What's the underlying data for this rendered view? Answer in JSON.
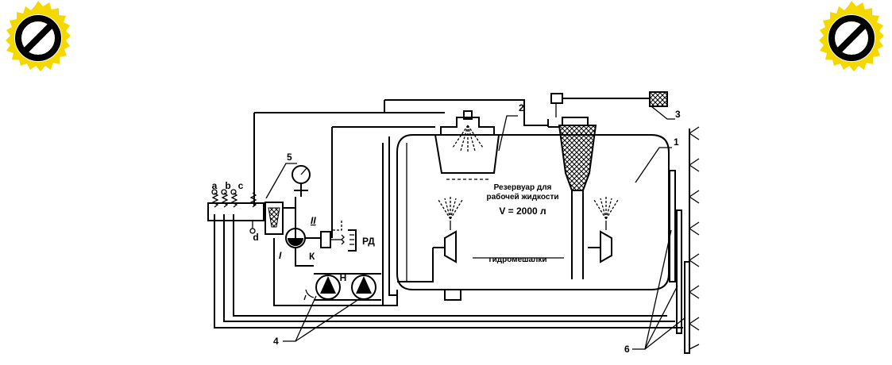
{
  "badges": {
    "left_icon": "prohibition-icon",
    "right_icon": "prohibition-icon",
    "ring_color": "#f5d800",
    "mark_color": "#000000"
  },
  "labels": {
    "tank_line1": "Резервуар для",
    "tank_line2": "рабочей жидкости",
    "tank_volume": "V = 2000 л",
    "mixers": "гидромешалки",
    "regulator": "РД",
    "pump": "Н",
    "valve_k": "К",
    "roman1": "I",
    "roman2": "II",
    "a": "a",
    "b": "b",
    "c": "c",
    "d": "d",
    "n1": "1",
    "n2": "2",
    "n3": "3",
    "n4": "4",
    "n5": "5",
    "n6": "6"
  }
}
